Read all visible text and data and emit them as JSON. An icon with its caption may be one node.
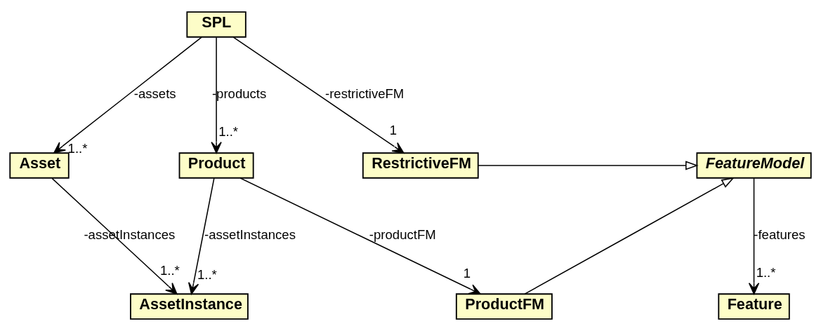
{
  "diagram": {
    "nodes": [
      {
        "text": [
          "SPL"
        ]
      },
      {
        "text": [
          "Asset"
        ]
      },
      {
        "text": [
          "Product"
        ]
      },
      {
        "text": [
          "FeatureModel"
        ]
      },
      {
        "text": [
          "RestrictiveFM"
        ]
      },
      {
        "text": [
          "AssetInstance"
        ]
      },
      {
        "text": [
          "ProductFM"
        ]
      },
      {
        "text": [
          "Feature"
        ]
      }
    ],
    "edges": [
      {
        "from": 0,
        "to": 1,
        "arrow": "to",
        "label": "-assets"
      },
      {
        "from": 0,
        "to": 2,
        "arrow": "to",
        "label": "-products"
      },
      {
        "from": 0,
        "to": 4,
        "arrow": "to",
        "label": "-restrictiveFM"
      },
      {
        "from": 4,
        "to": 3,
        "arrow": "to"
      },
      {
        "from": 1,
        "to": 5,
        "arrow": "to",
        "label": "-assetInstances"
      },
      {
        "from": 2,
        "to": 5,
        "arrow": "to",
        "label": "-assetInstances"
      },
      {
        "from": 2,
        "to": 6,
        "arrow": "to",
        "label": "-productFM"
      },
      {
        "from": 6,
        "to": 3,
        "arrow": "to"
      },
      {
        "from": 3,
        "to": 7,
        "arrow": "to",
        "label": "-features"
      }
    ],
    "labels": [
      "1..*",
      "1..*",
      "1",
      "1..*",
      "1..*",
      "1",
      "1..*"
    ]
  }
}
